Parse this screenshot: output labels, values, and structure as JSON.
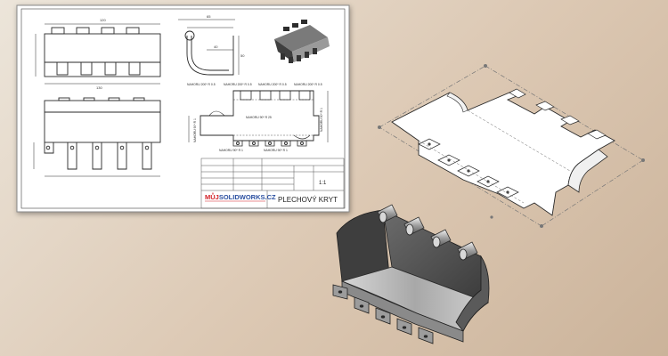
{
  "drawing": {
    "title": "PLECHOVÝ KRYT",
    "scale": "1:1",
    "logo_prefix": "MŮJ",
    "logo_suffix": "SOLIDWORKS.CZ",
    "bend_labels": [
      "NAHORU 200º R 0.5",
      "NAHORU 200º R 0.5",
      "NAHORU 200º R 0.5",
      "NAHORU 200º R 0.5",
      "NAHORU 90º R 25",
      "NAHORU 90º R 1",
      "NAHORU 90º R 1",
      "NAHORU 90º R 1",
      "NAHORU 90º R 1"
    ]
  },
  "colors": {
    "accent_red": "#d21f26",
    "sheet_bg": "#ffffff",
    "line_dark": "#2a2a2a",
    "metal_light": "#c9c9c9",
    "metal_dark": "#505050"
  }
}
